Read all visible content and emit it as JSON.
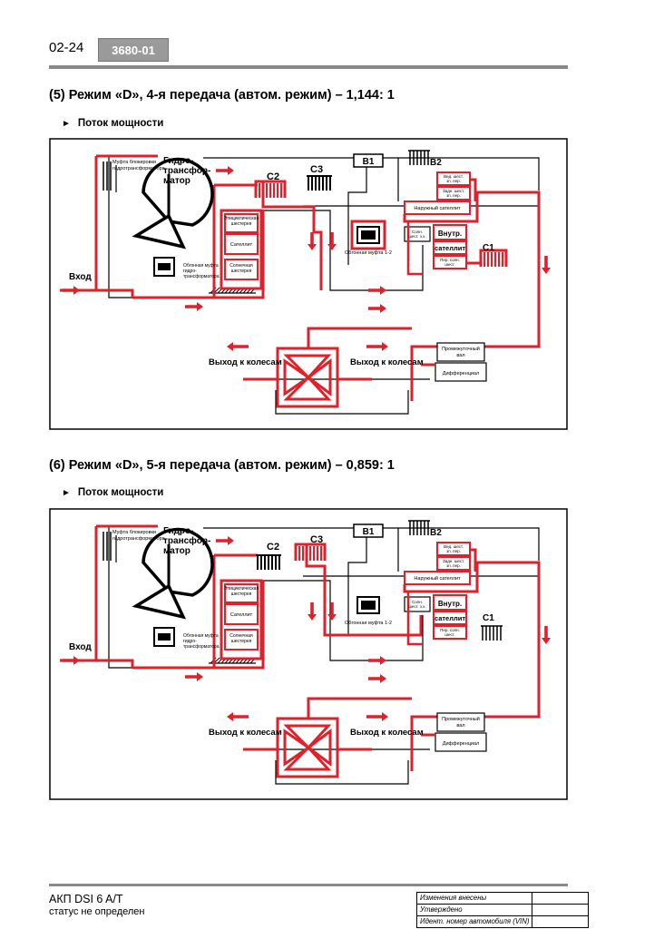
{
  "header": {
    "page_number": "02-24",
    "code": "3680-01"
  },
  "sections": [
    {
      "title": "(5) Режим «D», 4-я передача (автом. режим) – 1,144: 1",
      "subtitle": "Поток мощности",
      "diagram": {
        "torque_converter": [
          "Гидро-",
          "трансфор-",
          "матор"
        ],
        "lockup_clutch": [
          "Муфта блокировки",
          "гидротрансформатора"
        ],
        "overrunning_clutch": [
          "Обгонная муфта",
          "гидро-",
          "трансформатора"
        ],
        "input": "Вход",
        "c2": "C2",
        "c3": "C3",
        "b1": "B1",
        "b2": "B2",
        "c1": "C1",
        "epicyclic_gear": [
          "Эпициклическая",
          "шестерня"
        ],
        "planet_carrier": "Сателлит",
        "sun_gear": [
          "Солнечная",
          "шестерня"
        ],
        "one_way_clutch": "Обгонная муфта 1-2",
        "rear_sun": [
          "Вед. шест.",
          "зп. пер."
        ],
        "front_sun": [
          "Задн. шест.",
          "зп. пер."
        ],
        "outer_satellite": "Наружный сателлит",
        "sun_gear_short": [
          "Солн.",
          "шест. з.х."
        ],
        "inner": "Внутр.",
        "satellite": "сателлит",
        "front_sun_gear": [
          "Пер. солн.",
          "шест."
        ],
        "intermediate_shaft": [
          "Промежуточный",
          "вал"
        ],
        "differential": "Дифференциал",
        "output_left": "Выход к колесам",
        "output_right": "Выход к колесам"
      }
    },
    {
      "title": "(6) Режим «D», 5-я передача (автом. режим) – 0,859: 1",
      "subtitle": "Поток мощности",
      "diagram": {
        "torque_converter": [
          "Гидро-",
          "трансфор-",
          "матор"
        ],
        "lockup_clutch": [
          "Муфта блокировки",
          "гидротрансформатора"
        ],
        "overrunning_clutch": [
          "Обгонная муфта",
          "гидро-",
          "трансформатора"
        ],
        "input": "Вход",
        "c2": "C2",
        "c3": "C3",
        "b1": "B1",
        "b2": "B2",
        "c1": "C1",
        "epicyclic_gear": [
          "Эпициклическая",
          "шестерня"
        ],
        "planet_carrier": "Сателлит",
        "sun_gear": [
          "Солнечная",
          "шестерня"
        ],
        "one_way_clutch": "Обгонная муфта 1-2",
        "rear_sun": [
          "Вед. шест.",
          "зп. пер."
        ],
        "front_sun": [
          "Задн. шест.",
          "зп. пер."
        ],
        "outer_satellite": "Наружный сателлит",
        "sun_gear_short": [
          "Солн.",
          "шест. з.х."
        ],
        "inner": "Внутр.",
        "satellite": "сателлит",
        "front_sun_gear": [
          "Пер. солн.",
          "шест."
        ],
        "intermediate_shaft": [
          "Промежуточный",
          "вал"
        ],
        "differential": "Дифференциал",
        "output_left": "Выход к колесам",
        "output_right": "Выход к колесам"
      }
    }
  ],
  "footer": {
    "product": "АКП DSI 6 A/T",
    "status": "статус не определен",
    "table": [
      "Изменения внесены",
      "Утверждено",
      "Идент. номер автомобиля (VIN)"
    ]
  },
  "colors": {
    "power_flow": "#e0202a",
    "structure": "#000000",
    "badge": "#9a9a9a"
  }
}
